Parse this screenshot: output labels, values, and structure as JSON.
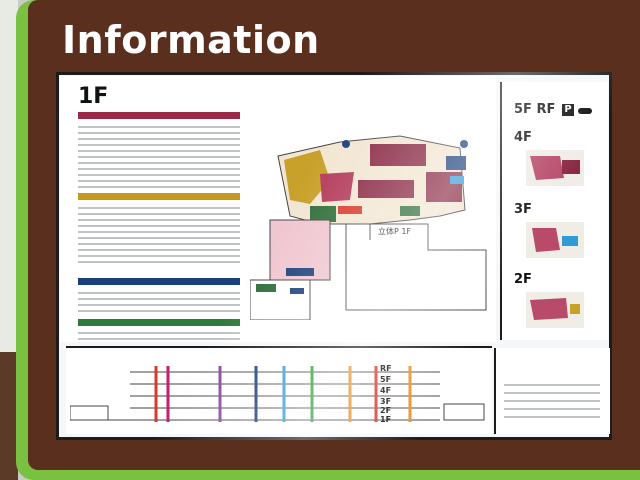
{
  "sign": {
    "title": "Information",
    "main_floor": "1F",
    "floors_right": [
      "5F RF",
      "4F",
      "3F",
      "2F"
    ],
    "parking_label": "立体P 1F",
    "route_floors": [
      "RF",
      "5F",
      "4F",
      "3F",
      "2F",
      "1F"
    ]
  },
  "colors": {
    "frame_green": "#7ac142",
    "board_brown": "#5a2f1e",
    "fashion": "#9b2a4a",
    "restaurant": "#c49a1c",
    "life": "#1b3f7a",
    "service": "#2f7a3a"
  }
}
